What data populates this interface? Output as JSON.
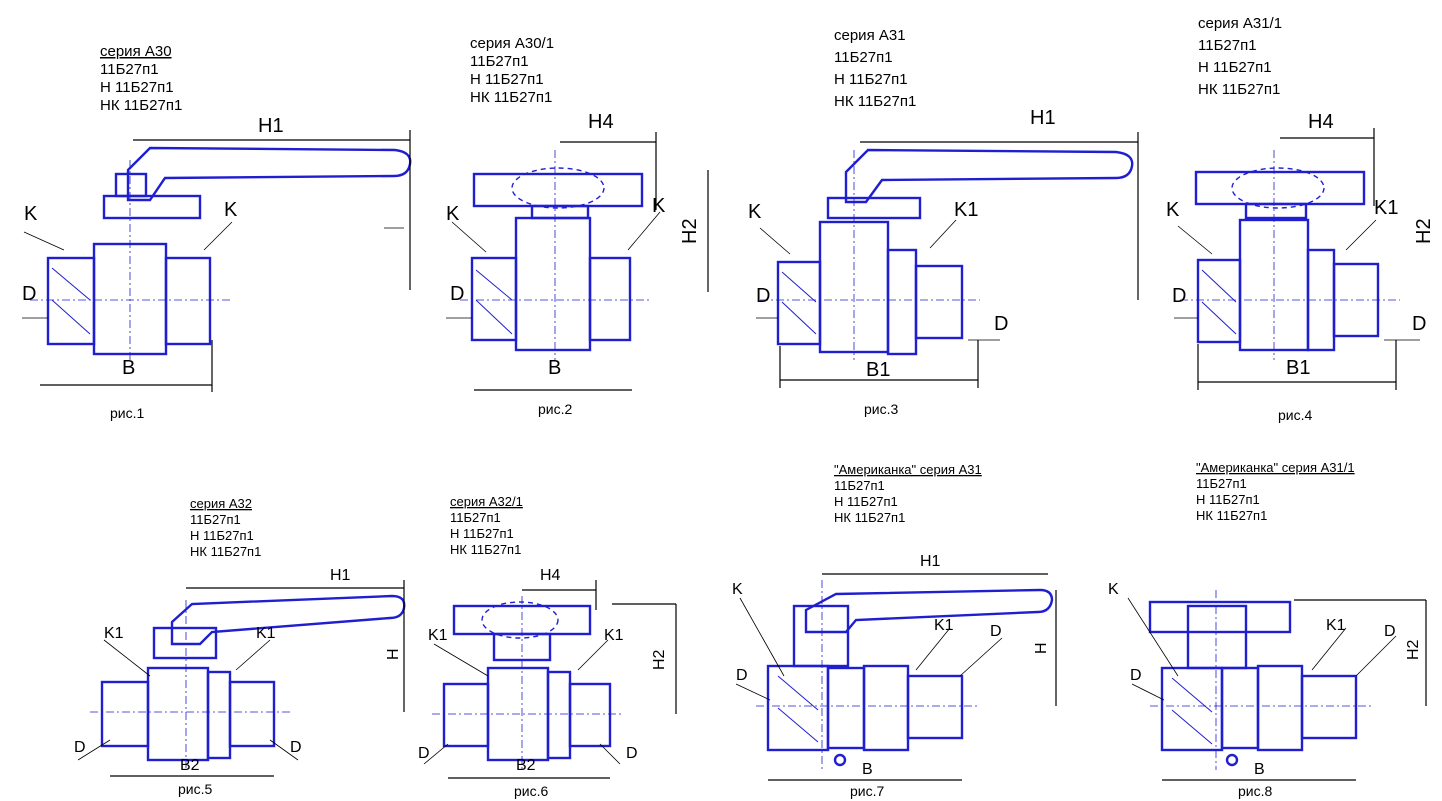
{
  "figures": [
    {
      "id": "fig1",
      "series_lines": [
        "серия А30",
        "11Б27п1",
        "Н 11Б27п1",
        "НК 11Б27п1"
      ],
      "dim_labels": {
        "top": "Н1",
        "left_upper": "K",
        "right_upper": "K",
        "left_lower": "D",
        "bottom": "B"
      },
      "caption": "рис.1"
    },
    {
      "id": "fig2",
      "series_lines": [
        "серия А30/1",
        "11Б27п1",
        "Н 11Б27п1",
        "НК 11Б27п1"
      ],
      "dim_labels": {
        "top": "Н4",
        "left_upper": "K",
        "right_upper": "K",
        "left_lower": "D",
        "bottom": "B",
        "right_vertical": "Н2"
      },
      "caption": "рис.2"
    },
    {
      "id": "fig3",
      "series_lines": [
        "серия А31",
        "11Б27п1",
        "Н 11Б27п1",
        "НК 11Б27п1"
      ],
      "dim_labels": {
        "top": "Н1",
        "left_upper": "K",
        "right_upper": "K1",
        "left_lower": "D",
        "right_lower": "D",
        "bottom": "B1"
      },
      "caption": "рис.3"
    },
    {
      "id": "fig4",
      "series_lines": [
        "серия А31/1",
        "11Б27п1",
        "Н 11Б27п1",
        "НК 11Б27п1"
      ],
      "dim_labels": {
        "top": "Н4",
        "left_upper": "K",
        "right_upper": "K1",
        "left_lower": "D",
        "right_lower": "D",
        "bottom": "B1",
        "right_vertical": "Н2"
      },
      "caption": "рис.4"
    },
    {
      "id": "fig5",
      "series_lines": [
        "серия А32",
        "11Б27п1",
        "Н 11Б27п1",
        "НК 11Б27п1"
      ],
      "dim_labels": {
        "top": "Н1",
        "left_upper": "K1",
        "right_upper": "K1",
        "left_lower": "D",
        "right_lower": "D",
        "bottom": "B2",
        "right_vertical": "Н"
      },
      "caption": "рис.5"
    },
    {
      "id": "fig6",
      "series_lines": [
        "серия А32/1",
        "11Б27п1",
        "Н 11Б27п1",
        "НК 11Б27п1"
      ],
      "dim_labels": {
        "top": "Н4",
        "left_upper": "K1",
        "right_upper": "K1",
        "left_lower": "D",
        "right_lower": "D",
        "bottom": "B2",
        "right_vertical": "Н2"
      },
      "caption": "рис.6"
    },
    {
      "id": "fig7",
      "series_lines": [
        "\"Американка\" серия А31",
        "11Б27п1",
        "Н 11Б27п1",
        "НК 11Б27п1"
      ],
      "dim_labels": {
        "top": "Н1",
        "left_upper": "K",
        "right_upper": "K1",
        "left_lower": "D",
        "right_lower": "D",
        "bottom": "B",
        "right_vertical": "Н"
      },
      "caption": "рис.7"
    },
    {
      "id": "fig8",
      "series_lines": [
        "\"Американка\" серия А31/1",
        "11Б27п1",
        "Н 11Б27п1",
        "НК 11Б27п1"
      ],
      "dim_labels": {
        "top": "",
        "left_upper": "K",
        "right_upper": "K1",
        "left_lower": "D",
        "right_lower": "D",
        "bottom": "B",
        "right_vertical": "Н2"
      },
      "caption": "рис.8"
    }
  ],
  "colors": {
    "drawing": "#1f1fd0",
    "dimension": "#000000"
  }
}
